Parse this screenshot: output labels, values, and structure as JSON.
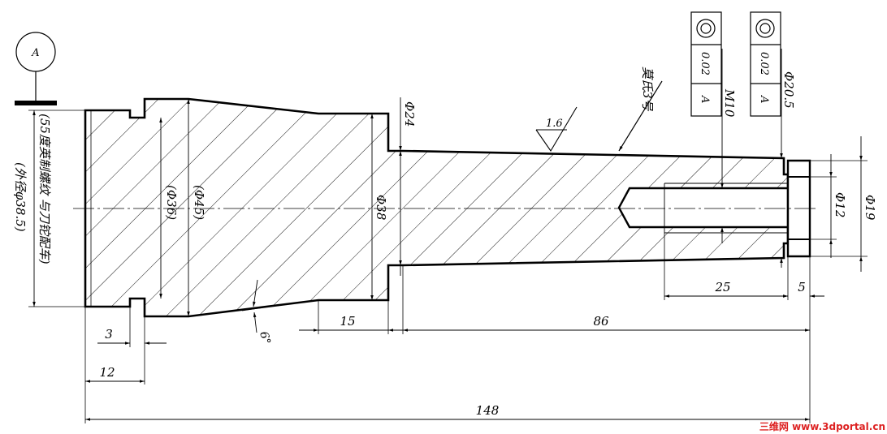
{
  "datum_label": "A",
  "thread_note_line1": "(55度英制螺纹 与刀铊配车)",
  "thread_note_line2": "(外径φ38.5)",
  "taper_note": "莫氏3号",
  "roughness": "1.6",
  "fcf_left": {
    "symbol": "concentricity",
    "tolerance": "0.02",
    "datum": "A"
  },
  "fcf_right": {
    "symbol": "concentricity",
    "tolerance": "0.02",
    "datum": "A"
  },
  "dims": {
    "d36": "(Φ36)",
    "d45": "(Φ45)",
    "d38": "Φ38",
    "d24": "Φ24",
    "m10": "M10",
    "d20_5": "Φ20.5",
    "d12": "Φ12",
    "d19": "Φ19",
    "l25": "25",
    "l5": "5",
    "l15": "15",
    "l86": "86",
    "l3": "3",
    "l12": "12",
    "l148": "148",
    "angle6": "6°"
  },
  "watermark": "三维网 www.3dportal.cn"
}
